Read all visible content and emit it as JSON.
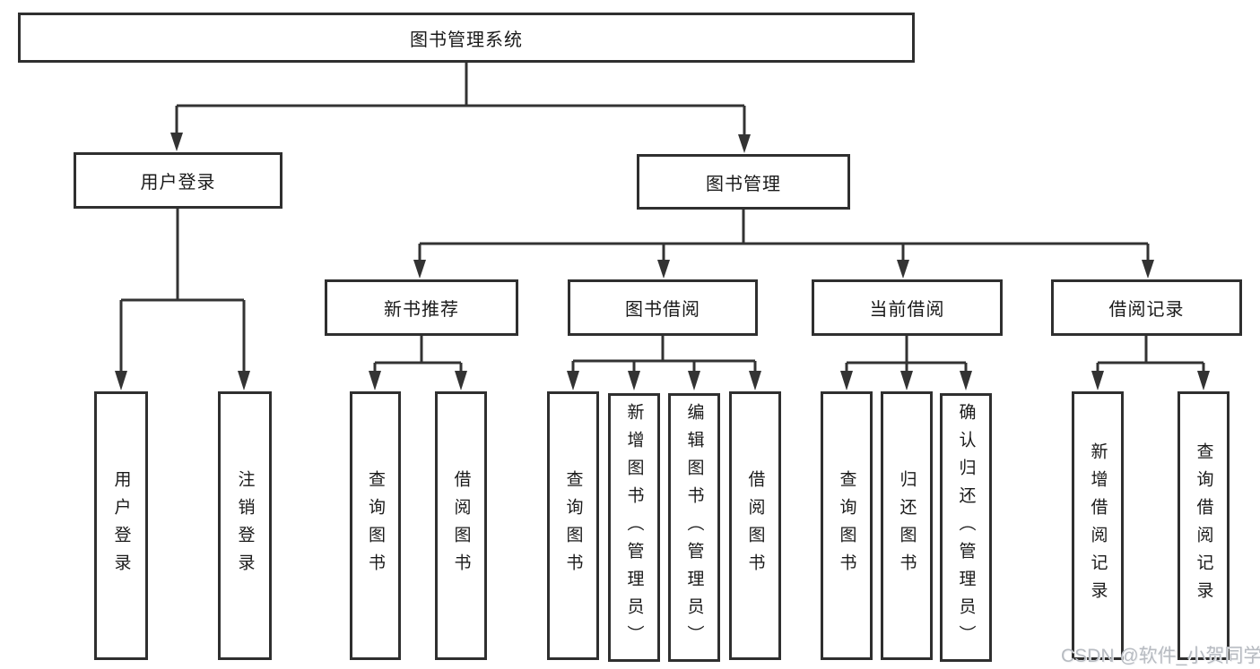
{
  "diagram": {
    "title": "图书管理系统",
    "level2": [
      "用户登录",
      "图书管理"
    ],
    "level3": [
      "新书推荐",
      "图书借阅",
      "当前借阅",
      "借阅记录"
    ],
    "leaves": [
      "用户登录",
      "注销登录",
      "查询图书",
      "借阅图书",
      "查询图书",
      "新增图书（管理员）",
      "编辑图书（管理员）",
      "借阅图书",
      "查询图书",
      "归还图书",
      "确认归还（管理员）",
      "新增借阅记录",
      "查询借阅记录"
    ]
  },
  "watermark": "CSDN @软件_小贺同学",
  "colors": {
    "line": "#333333",
    "box_border": "#2f2f2f",
    "box_fill": "#ffffff",
    "text": "#1a1a1a",
    "watermark": "#b7bbc1"
  }
}
